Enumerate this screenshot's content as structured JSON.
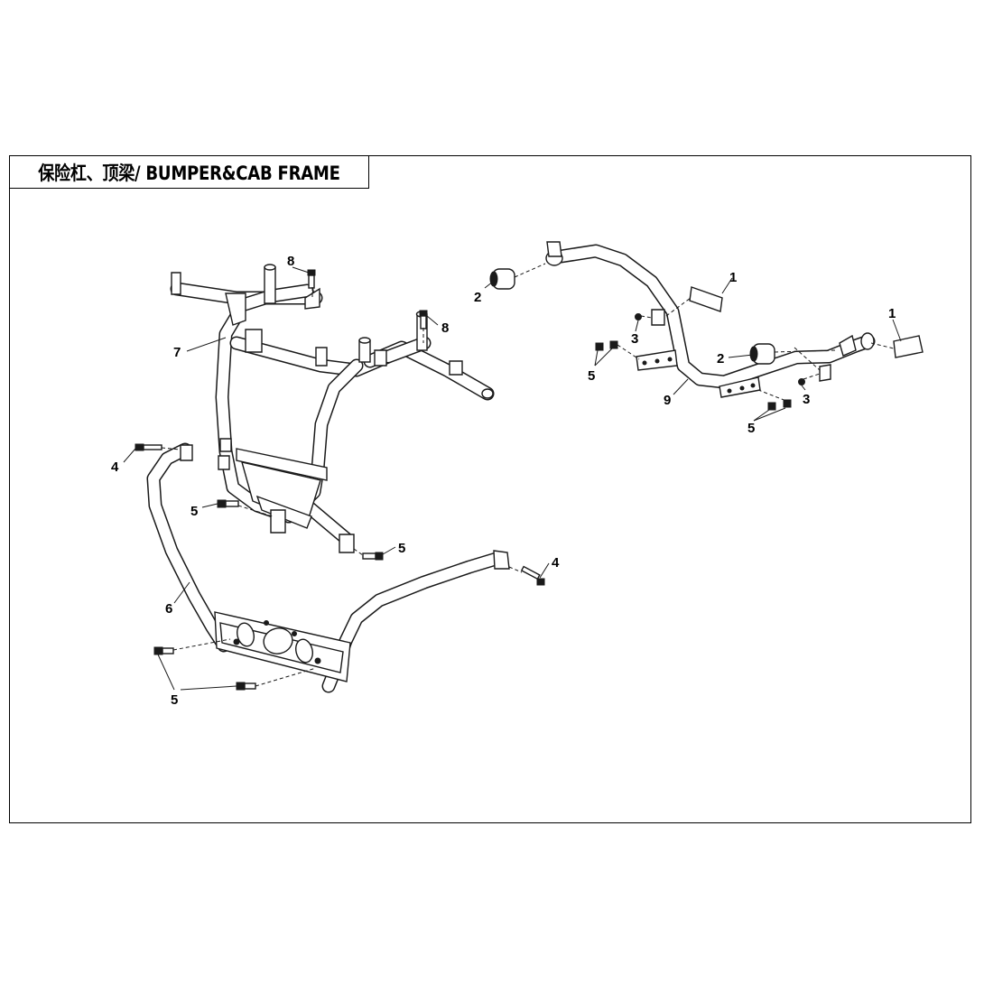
{
  "title": "保险杠、顶梁/ BUMPER&CAB FRAME",
  "callouts": {
    "c1a": "1",
    "c1b": "1",
    "c2a": "2",
    "c2b": "2",
    "c3a": "3",
    "c3b": "3",
    "c4a": "4",
    "c4b": "4",
    "c5a": "5",
    "c5b": "5",
    "c5c": "5",
    "c5d": "5",
    "c5e": "5",
    "c6": "6",
    "c7": "7",
    "c8a": "8",
    "c8b": "8",
    "c9": "9"
  }
}
